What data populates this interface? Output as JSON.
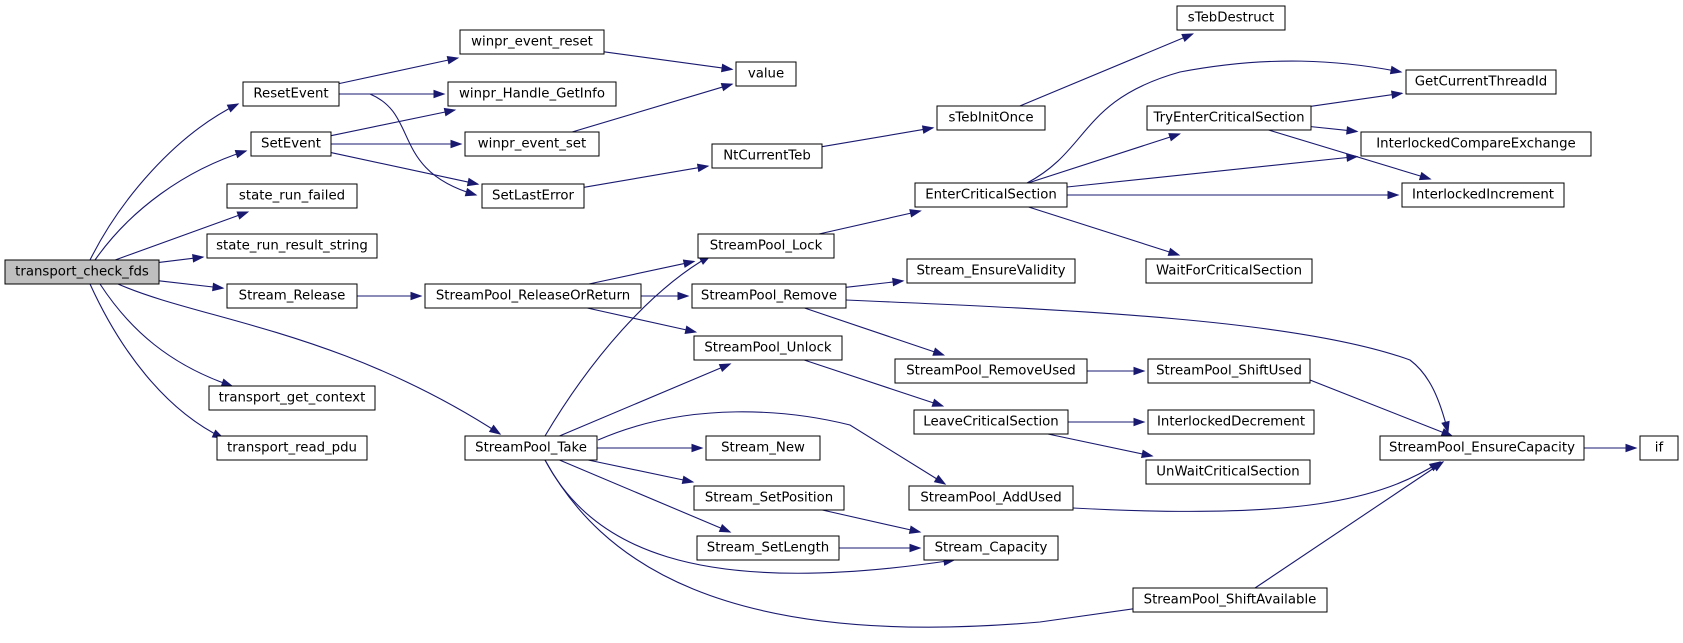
{
  "graph": {
    "root": "transport_check_fds",
    "colors": {
      "edge": "#191970",
      "root_fill": "#bfbfbf",
      "node_fill": "#ffffff",
      "node_stroke": "#000000"
    },
    "nodes": [
      "transport_check_fds",
      "ResetEvent",
      "SetEvent",
      "state_run_failed",
      "state_run_result_string",
      "Stream_Release",
      "transport_get_context",
      "transport_read_pdu",
      "StreamPool_Take",
      "winpr_event_reset",
      "winpr_Handle_GetInfo",
      "winpr_event_set",
      "SetLastError",
      "value",
      "StreamPool_ReleaseOrReturn",
      "StreamPool_Lock",
      "StreamPool_Remove",
      "StreamPool_Unlock",
      "Stream_New",
      "Stream_SetPosition",
      "Stream_SetLength",
      "NtCurrentTeb",
      "sTebInitOnce",
      "sTebDestruct",
      "EnterCriticalSection",
      "Stream_EnsureValidity",
      "StreamPool_RemoveUsed",
      "LeaveCriticalSection",
      "StreamPool_AddUsed",
      "Stream_Capacity",
      "StreamPool_ShiftAvailable",
      "TryEnterCriticalSection",
      "GetCurrentThreadId",
      "InterlockedCompareExchange",
      "InterlockedIncrement",
      "WaitForCriticalSection",
      "StreamPool_ShiftUsed",
      "InterlockedDecrement",
      "UnWaitCriticalSection",
      "StreamPool_EnsureCapacity",
      "if"
    ],
    "edges": [
      [
        "transport_check_fds",
        "ResetEvent"
      ],
      [
        "transport_check_fds",
        "SetEvent"
      ],
      [
        "transport_check_fds",
        "state_run_failed"
      ],
      [
        "transport_check_fds",
        "state_run_result_string"
      ],
      [
        "transport_check_fds",
        "Stream_Release"
      ],
      [
        "transport_check_fds",
        "transport_get_context"
      ],
      [
        "transport_check_fds",
        "transport_read_pdu"
      ],
      [
        "transport_check_fds",
        "StreamPool_Take"
      ],
      [
        "ResetEvent",
        "winpr_event_reset"
      ],
      [
        "ResetEvent",
        "winpr_Handle_GetInfo"
      ],
      [
        "ResetEvent",
        "SetLastError"
      ],
      [
        "SetEvent",
        "winpr_Handle_GetInfo"
      ],
      [
        "SetEvent",
        "winpr_event_set"
      ],
      [
        "SetEvent",
        "SetLastError"
      ],
      [
        "winpr_event_reset",
        "value"
      ],
      [
        "winpr_event_set",
        "value"
      ],
      [
        "SetLastError",
        "NtCurrentTeb"
      ],
      [
        "NtCurrentTeb",
        "sTebInitOnce"
      ],
      [
        "sTebInitOnce",
        "sTebDestruct"
      ],
      [
        "Stream_Release",
        "StreamPool_ReleaseOrReturn"
      ],
      [
        "StreamPool_ReleaseOrReturn",
        "StreamPool_Lock"
      ],
      [
        "StreamPool_ReleaseOrReturn",
        "StreamPool_Remove"
      ],
      [
        "StreamPool_ReleaseOrReturn",
        "StreamPool_Unlock"
      ],
      [
        "StreamPool_Lock",
        "EnterCriticalSection"
      ],
      [
        "StreamPool_Remove",
        "Stream_EnsureValidity"
      ],
      [
        "StreamPool_Remove",
        "StreamPool_RemoveUsed"
      ],
      [
        "StreamPool_Remove",
        "StreamPool_EnsureCapacity"
      ],
      [
        "StreamPool_Unlock",
        "LeaveCriticalSection"
      ],
      [
        "StreamPool_Take",
        "StreamPool_Lock"
      ],
      [
        "StreamPool_Take",
        "StreamPool_Unlock"
      ],
      [
        "StreamPool_Take",
        "Stream_New"
      ],
      [
        "StreamPool_Take",
        "Stream_SetPosition"
      ],
      [
        "StreamPool_Take",
        "Stream_SetLength"
      ],
      [
        "StreamPool_Take",
        "Stream_Capacity"
      ],
      [
        "StreamPool_Take",
        "StreamPool_AddUsed"
      ],
      [
        "StreamPool_Take",
        "StreamPool_ShiftAvailable"
      ],
      [
        "EnterCriticalSection",
        "GetCurrentThreadId"
      ],
      [
        "EnterCriticalSection",
        "TryEnterCriticalSection"
      ],
      [
        "EnterCriticalSection",
        "InterlockedCompareExchange"
      ],
      [
        "EnterCriticalSection",
        "InterlockedIncrement"
      ],
      [
        "EnterCriticalSection",
        "WaitForCriticalSection"
      ],
      [
        "TryEnterCriticalSection",
        "GetCurrentThreadId"
      ],
      [
        "TryEnterCriticalSection",
        "InterlockedCompareExchange"
      ],
      [
        "TryEnterCriticalSection",
        "InterlockedIncrement"
      ],
      [
        "StreamPool_RemoveUsed",
        "StreamPool_ShiftUsed"
      ],
      [
        "StreamPool_ShiftUsed",
        "StreamPool_EnsureCapacity"
      ],
      [
        "LeaveCriticalSection",
        "InterlockedDecrement"
      ],
      [
        "LeaveCriticalSection",
        "UnWaitCriticalSection"
      ],
      [
        "StreamPool_AddUsed",
        "StreamPool_EnsureCapacity"
      ],
      [
        "Stream_SetPosition",
        "Stream_Capacity"
      ],
      [
        "Stream_SetLength",
        "Stream_Capacity"
      ],
      [
        "StreamPool_ShiftAvailable",
        "StreamPool_EnsureCapacity"
      ],
      [
        "StreamPool_EnsureCapacity",
        "if"
      ]
    ]
  }
}
